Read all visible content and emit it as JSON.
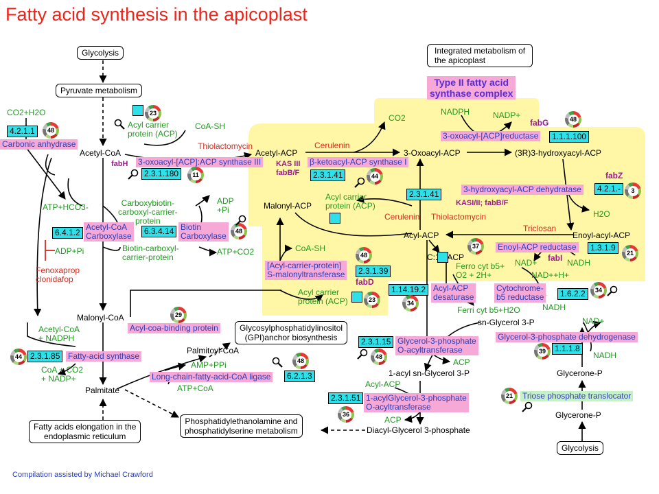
{
  "title": "Fatty acid synthesis in the apicoplast",
  "complex_label": [
    "Type II fatty acid",
    "synthase complex"
  ],
  "boxes": {
    "glycolysis_top": "Glycolysis",
    "pyruvate": "Pyruvate metabolism",
    "integrated": [
      "Integrated metabolism of",
      "the apicoplast"
    ],
    "gpi": [
      "Glycosylphosphatidylinositol",
      "(GPI)anchor biosynthesis"
    ],
    "elongation": [
      "Fatty acids elongation in the",
      "endoplasmic reticulum"
    ],
    "pe_ps": [
      "Phosphatidylethanolamine and",
      "phosphatidylserine metabolism"
    ],
    "glycolysis_bottom": "Glycolysis"
  },
  "metabolites": {
    "acetyl_coa": "Acetyl-CoA",
    "malonyl_coa": "Malonyl-CoA",
    "palmitate": "Palmitate",
    "palmitoyl_coa": "Palmitoyl-CoA",
    "acetyl_acp": "Acetyl-ACP",
    "malonyl_acp": "Malonyl-ACP",
    "oxoacyl_acp": "3-Oxoacyl-ACP",
    "hydroxyacyl_acp": "(3R)3-hydroxyacyl-ACP",
    "enoyl_acp": "Enoyl-acyl-ACP",
    "acyl_acp": "Acyl-ACP",
    "c18_acp": "C:18-ACP",
    "sn_glycerol": "sn-Glycerol 3-P",
    "acyl_sn_glycerol": "1-acyl sn-Glycerol 3-P",
    "diacyl_glycerol": "Diacyl-Glycerol 3-phosphate",
    "glycerone_p1": "Glycerone-P",
    "glycerone_p2": "Glycerone-P",
    "biotin_carboxyl": [
      "Biotin-carboxyl-",
      "carrier-protein"
    ],
    "carboxybiotin": [
      "Carboxybiotin-",
      "carboxyl-carrier-",
      "protein"
    ],
    "acp_top": [
      "Acyl carrier",
      "protein (ACP)"
    ],
    "acp_mid": [
      "Acyl carrier",
      "protein (ACP)"
    ],
    "acp_bottom": [
      "Acyl carrier",
      "protein (ACP)"
    ]
  },
  "cofactors": {
    "co2_h2o": "CO2+H2O",
    "atp_hco3": "ATP+HCO3-",
    "adp_pi_left": "ADP+Pi",
    "adp_pi_right": [
      "ADP",
      "+Pi"
    ],
    "atp_co2": "ATP+CO2",
    "coa_sh_top": "CoA-SH",
    "coa_sh_mid": "CoA-SH",
    "co2_complex": "CO2",
    "nadph_top": "NADPH",
    "nadp_top": "NADP+",
    "h2o": "H2O",
    "nad_mid": "NAD+",
    "nadh_mid": "NADH",
    "ferro": [
      "Ferro cyt b5+",
      "O2 + 2H+"
    ],
    "nad_h": "NAD++H+",
    "nadh_right": "NADH",
    "ferri": "Ferri cyt b5+H2O",
    "acetyl_nadph": [
      "Acetyl-CoA",
      "+ NADPH"
    ],
    "coa_co2": [
      "CoA + CO2",
      "+ NADP+"
    ],
    "amp_ppi": "AMP+PPi",
    "atp_coa": "ATP+CoA",
    "acp_gly": "ACP",
    "acyl_acp_2": "Acyl-ACP",
    "acp_gly2": "ACP",
    "nad_g": "NAD+",
    "nadh_g": "NADH"
  },
  "inhibitors": {
    "thiolactomycin_top": "Thiolactomycin",
    "cerulenin_top": "Cerulenin",
    "cerulenin_mid": "Cerulenin",
    "thiolactomycin_mid": "Thiolactomycin",
    "triclosan": "Triclosan",
    "fenoxaprop": [
      "Fenoxaprop",
      "clonidafop"
    ]
  },
  "genes": {
    "fabH": "fabH",
    "kas3": [
      "KAS III",
      "fabB/F"
    ],
    "fabG": "fabG",
    "fabZ": "fabZ",
    "kas12": "KASI/II;  fabB/F",
    "fabI": "fabI",
    "fabD": "fabD"
  },
  "enzymes": {
    "carbonic": "Carbonic  anhydrase",
    "acc": [
      "Acetyl-CoA",
      "Carboxylase"
    ],
    "biotin_carb": [
      "Biotin",
      "Carboxylase"
    ],
    "kas3": "3-oxoacyl-[ACP]:ACP synthase III",
    "ketoacyl": "β-ketoacyl-ACP  synthase I",
    "reductase": "3-oxoacyl-[ACP]reductase",
    "dehydratase": "3-hydroxyacyl-ACP  dehydratase",
    "enoyl_red": "Enoyl-ACP  reductase",
    "malonyl_trans": [
      "[Acyl-carrier-protein]",
      "S-malonyltransferase"
    ],
    "desaturase": [
      "Acyl-ACP",
      "desaturase"
    ],
    "cytb5": [
      "Cytochrome-",
      "b5 reductase"
    ],
    "acbp": "Acyl-coa-binding  protein",
    "fas": "Fatty-acid synthase",
    "ligase": "Long-chain-fatty-acid-CoA   ligase",
    "gpat": [
      "Glycerol-3-phosphate",
      "O-acyltransferase"
    ],
    "agpat": [
      "1-acylGlycerol-3-phosphate",
      "O-acyltransferase"
    ],
    "g3pdh": "Glycerol-3-phosphate  dehydrogenase",
    "tpt": "Triose  phosphate translocator"
  },
  "ec_numbers": {
    "ca": "4.2.1.1",
    "kas3": "2.3.1.180",
    "ketoacyl": "2.3.1.41",
    "ketoacyl2": "2.3.1.41",
    "reductase": "1.1.1.100",
    "dehydratase": "4.2.1.-",
    "acc": "6.4.1.2",
    "biotin": "6.3.4.14",
    "enoyl": "1.3.1.9",
    "malonyl": "2.3.1.39",
    "desaturase": "1.14.19.2",
    "cytb5": "1.6.2.2",
    "fas": "2.3.1.85",
    "gpat": "2.3.1.15",
    "ligase": "6.2.1.3",
    "agpat": "2.3.1.51",
    "g3pdh": "1.1.1.8"
  },
  "counts": {
    "c23a": "23",
    "c48a": "48",
    "c11": "11",
    "c44a": "44",
    "c48b": "48",
    "c3": "3",
    "c48c": "48",
    "c48d": "48",
    "c37": "37",
    "c21a": "21",
    "c23b": "23",
    "c34a": "34",
    "c34b": "34",
    "c29": "29",
    "c44b": "44",
    "c48e": "48",
    "c48f": "48",
    "c39": "39",
    "c36": "36",
    "c21b": "21"
  },
  "footer": "Compilation assisted by Michael Crawford"
}
